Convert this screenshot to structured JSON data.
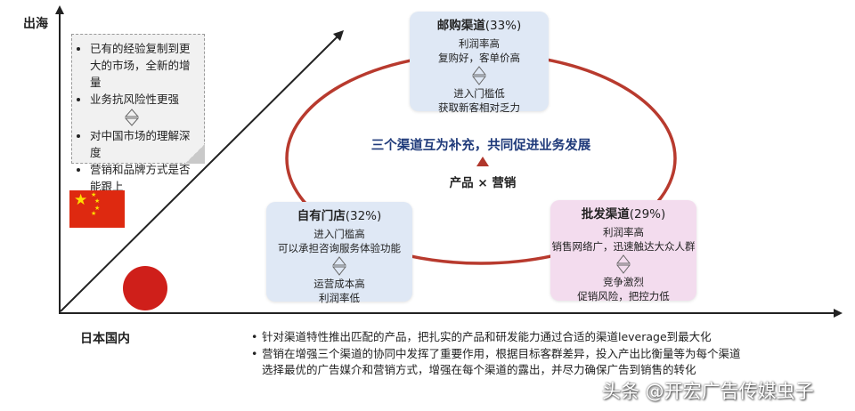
{
  "axes": {
    "y_label": "出海",
    "x_label": "日本国内"
  },
  "notes_box": {
    "items_top": [
      "已有的经验复制到更大的市场，全新的增量",
      "业务抗风险性更强"
    ],
    "items_bottom": [
      "对中国市场的理解深度",
      "营销和品牌方式是否能跟上"
    ]
  },
  "channels": {
    "mail": {
      "title": "邮购渠道",
      "pct": "(33%)",
      "pros": [
        "利润率高",
        "复购好，客单价高"
      ],
      "cons": [
        "进入门槛低",
        "获取新客相对乏力"
      ]
    },
    "store": {
      "title": "自有门店",
      "pct": "(32%)",
      "pros": [
        "进入门槛高",
        "可以承担咨询服务体验功能"
      ],
      "cons": [
        "运营成本高",
        "利润率低"
      ]
    },
    "wholesale": {
      "title": "批发渠道",
      "pct": "(29%)",
      "pros": [
        "利润率高",
        "销售网络广，迅速触达大众人群"
      ],
      "cons": [
        "竞争激烈",
        "促销风险，把控力低"
      ]
    }
  },
  "center": {
    "headline": "三个渠道互为补充，共同促进业务发展",
    "product": "产品 × 营销"
  },
  "bottom_notes": [
    "针对渠道特性推出匹配的产品，把扎实的产品和研发能力通过合适的渠道leverage到最大化",
    "营销在增强三个渠道的协同中发挥了重要作用，根据目标客群差异，投入产出比衡量等为每个渠道选择最优的广告媒介和营销方式，增强在每个渠道的露出，并尽力确保广告到销售的转化"
  ],
  "watermark": "头条 @开宏广告传媒虫子",
  "colors": {
    "ellipse": "#b83a2e",
    "headline": "#1f3a7a",
    "card_blue": "#dfe8f5",
    "card_pink": "#f3dcee",
    "china_red": "#de2910",
    "japan_red": "#cf1f1a"
  }
}
